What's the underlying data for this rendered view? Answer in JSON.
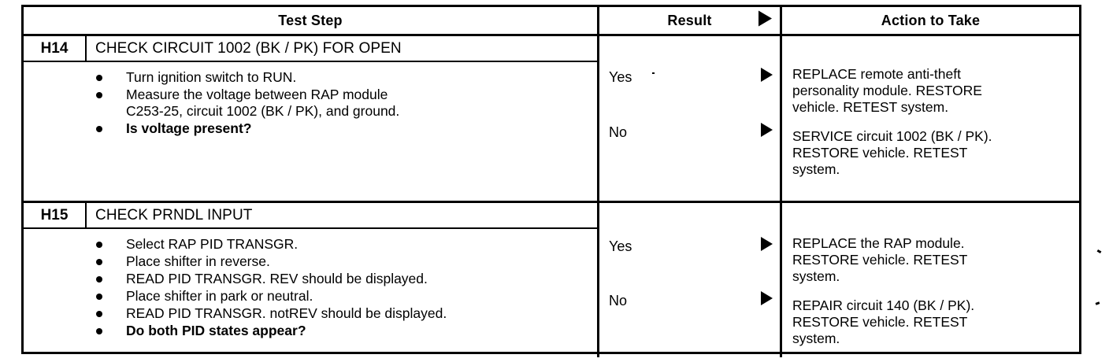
{
  "table": {
    "headers": {
      "test_step": "Test Step",
      "result": "Result",
      "result_arrow_icon": "right-triangle-icon",
      "action": "Action to Take"
    },
    "rows": [
      {
        "id": "H14",
        "title": "CHECK CIRCUIT 1002 (BK / PK) FOR OPEN",
        "bullets": [
          {
            "text": "Turn ignition switch to RUN.",
            "bold": false
          },
          {
            "text": "Measure the voltage between RAP module\nC253-25, circuit 1002 (BK / PK), and ground.",
            "bold": false
          },
          {
            "text": "Is voltage present?",
            "bold": true
          }
        ],
        "outcomes": [
          {
            "result": "Yes",
            "arrow_icon": "right-triangle-icon",
            "action": "REPLACE remote anti-theft\npersonality module. RESTORE\nvehicle. RETEST system."
          },
          {
            "result": "No",
            "arrow_icon": "right-triangle-icon",
            "action": "SERVICE circuit 1002 (BK / PK).\nRESTORE vehicle. RETEST\nsystem."
          }
        ]
      },
      {
        "id": "H15",
        "title": "CHECK PRNDL INPUT",
        "bullets": [
          {
            "text": "Select RAP PID TRANSGR.",
            "bold": false
          },
          {
            "text": "Place shifter in reverse.",
            "bold": false
          },
          {
            "text": "READ PID TRANSGR. REV should be displayed.",
            "bold": false
          },
          {
            "text": "Place shifter in park or neutral.",
            "bold": false
          },
          {
            "text": "READ PID TRANSGR. notREV should be displayed.",
            "bold": false
          },
          {
            "text": "Do both PID states appear?",
            "bold": true
          }
        ],
        "outcomes": [
          {
            "result": "Yes",
            "arrow_icon": "right-triangle-icon",
            "action": "REPLACE the RAP module.\nRESTORE vehicle. RETEST\nsystem."
          },
          {
            "result": "No",
            "arrow_icon": "right-triangle-icon",
            "action": "REPAIR circuit 140 (BK / PK).\nRESTORE vehicle. RETEST\nsystem."
          }
        ]
      }
    ]
  },
  "colors": {
    "ink": "#000000",
    "paper": "#ffffff"
  }
}
